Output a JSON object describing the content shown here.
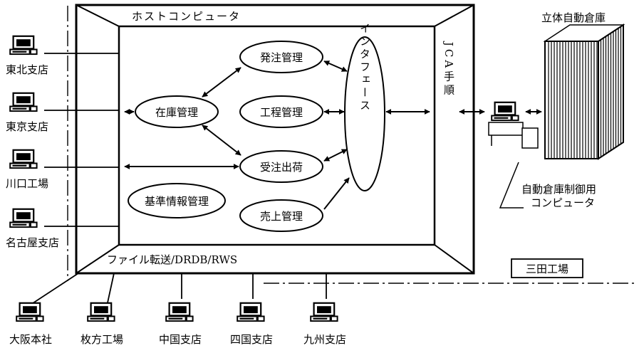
{
  "host": {
    "title": "ホストコンピュータ",
    "bottom_label": "ファイル転送/DRDB/RWS"
  },
  "modules": {
    "hatchu": "発注管理",
    "zaiko": "在庫管理",
    "kotei": "工程管理",
    "juchu": "受注出荷",
    "kijun": "基準情報管理",
    "uriage": "売上管理"
  },
  "interface": {
    "label": "インタフェース"
  },
  "jca": {
    "label": "JCA手順"
  },
  "warehouse": {
    "title": "立体自動倉庫",
    "controller_label_1": "自動倉庫制御用",
    "controller_label_2": "コンピュータ"
  },
  "plant": {
    "label": "三田工場"
  },
  "left_sites": [
    "東北支店",
    "東京支店",
    "川口工場",
    "名古屋支店"
  ],
  "bottom_sites": [
    "大阪本社",
    "枚方工場",
    "中国支店",
    "四国支店",
    "九州支店"
  ],
  "icons": {
    "terminal": "computer-terminal-icon",
    "warehouse": "warehouse-rack-icon"
  }
}
